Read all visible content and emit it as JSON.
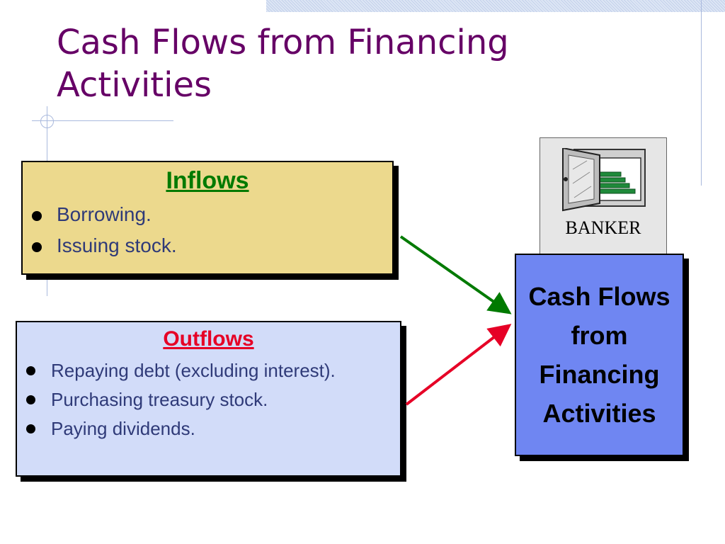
{
  "slide": {
    "title": "Cash Flows from Financing Activities"
  },
  "inflows": {
    "heading": "Inflows",
    "items": [
      "Borrowing.",
      "Issuing stock."
    ]
  },
  "outflows": {
    "heading": "Outflows",
    "items": [
      "Repaying debt (excluding interest).",
      "Purchasing treasury stock.",
      "Paying dividends."
    ]
  },
  "banker": {
    "label": "BANKER",
    "icon": "bank-vault-icon"
  },
  "summary_box": {
    "text": "Cash Flows from Financing Activities"
  },
  "colors": {
    "title": "#660066",
    "inflows_heading": "#007a00",
    "outflows_heading": "#e60026",
    "inflows_panel": "#ecd98d",
    "outflows_panel": "#d2dcf9",
    "summary_box": "#6f86f2",
    "inflow_arrow": "#007a00",
    "outflow_arrow": "#e60026"
  }
}
